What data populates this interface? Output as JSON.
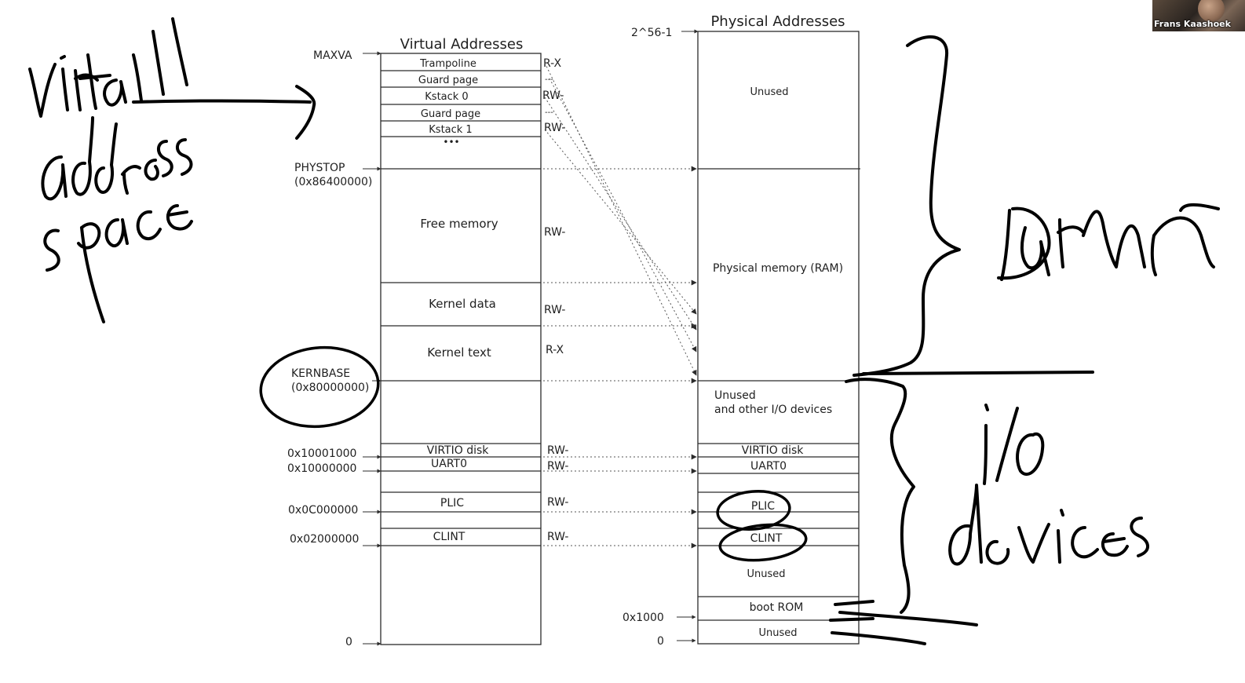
{
  "virtual": {
    "title": "Virtual Addresses",
    "regions": {
      "trampoline": "Trampoline",
      "guard_page_1": "Guard page",
      "kstack0": "Kstack 0",
      "guard_page_2": "Guard page",
      "kstack1": "Kstack 1",
      "ellipsis": "•••",
      "free_memory": "Free memory",
      "kernel_data": "Kernel data",
      "kernel_text": "Kernel text",
      "virtio_disk": "VIRTIO disk",
      "uart0": "UART0",
      "plic": "PLIC",
      "clint": "CLINT"
    },
    "perms": {
      "trampoline": "R-X",
      "guard_page_1": "---",
      "kstack0": "RW-",
      "guard_page_2": "---",
      "kstack1": "RW-",
      "free_memory": "RW-",
      "kernel_data": "RW-",
      "kernel_text": "R-X",
      "virtio_disk": "RW-",
      "uart0": "RW-",
      "plic": "RW-",
      "clint": "RW-"
    },
    "addresses": {
      "maxva": "MAXVA",
      "phystop": "PHYSTOP",
      "phystop_hex": "(0x86400000)",
      "kernbase": "KERNBASE",
      "kernbase_hex": "(0x80000000)",
      "virtio": "0x10001000",
      "uart": "0x10000000",
      "plic": "0x0C000000",
      "clint": "0x02000000",
      "zero": "0"
    }
  },
  "physical": {
    "title": "Physical Addresses",
    "regions": {
      "unused_top": "Unused",
      "ram": "Physical memory (RAM)",
      "unused_io_1": "Unused",
      "unused_io_2": "and other I/O devices",
      "virtio_disk": "VIRTIO disk",
      "uart0": "UART0",
      "plic": "PLIC",
      "clint": "CLINT",
      "unused_low": "Unused",
      "boot_rom": "boot ROM",
      "unused_bottom": "Unused"
    },
    "addresses": {
      "top": "2^56-1",
      "boot": "0x1000",
      "zero": "0"
    }
  },
  "webcam": {
    "name": "Frans Kaashoek"
  },
  "colors": {
    "line": "#2b2b2b",
    "ink": "#000000",
    "dotted": "#555555"
  }
}
